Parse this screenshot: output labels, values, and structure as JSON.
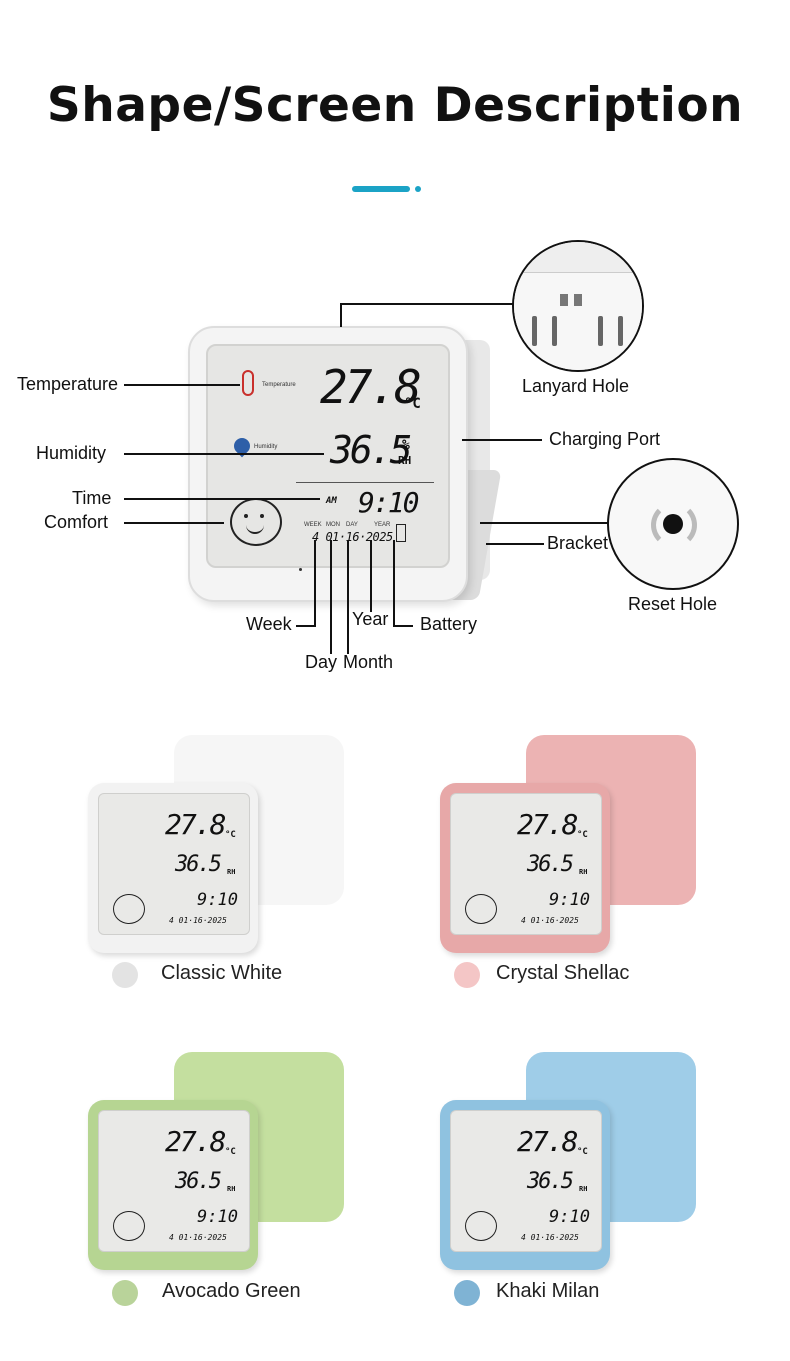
{
  "title": "Shape/Screen Description",
  "colors": {
    "accent": "#1ba3c6",
    "text": "#111111"
  },
  "display": {
    "temp_caption": "Temperature",
    "temp_value": "27.8",
    "temp_unit": "°C",
    "humidity_caption": "Humidity",
    "humidity_value": "36.5",
    "humidity_unit_top": "%",
    "humidity_unit_bottom": "RH",
    "ampm": "AM",
    "time": "9:10",
    "week_head": "WEEK",
    "mon_head": "MON",
    "day_head": "DAY",
    "year_head": "YEAR",
    "date_line": "4 01·16·2025"
  },
  "callouts": {
    "temperature": "Temperature",
    "humidity": "Humidity",
    "time": "Time",
    "comfort": "Comfort",
    "week": "Week",
    "day": "Day",
    "month": "Month",
    "year": "Year",
    "battery": "Battery",
    "lanyard_hole": "Lanyard Hole",
    "charging_port": "Charging Port",
    "bracket": "Bracket",
    "reset_hole": "Reset Hole"
  },
  "variants": [
    {
      "name": "Classic White",
      "swatch": "#e3e3e3",
      "body": "#f2f2f2",
      "back": "#f6f6f6"
    },
    {
      "name": "Crystal Shellac",
      "swatch": "#f4c6c6",
      "body": "#e7a8a8",
      "back": "#ecb3b3"
    },
    {
      "name": "Avocado Green",
      "swatch": "#b9d39a",
      "body": "#b6d592",
      "back": "#c4df9f"
    },
    {
      "name": "Khaki Milan",
      "swatch": "#7fb3d4",
      "body": "#8fc2e0",
      "back": "#9fcde8"
    }
  ]
}
